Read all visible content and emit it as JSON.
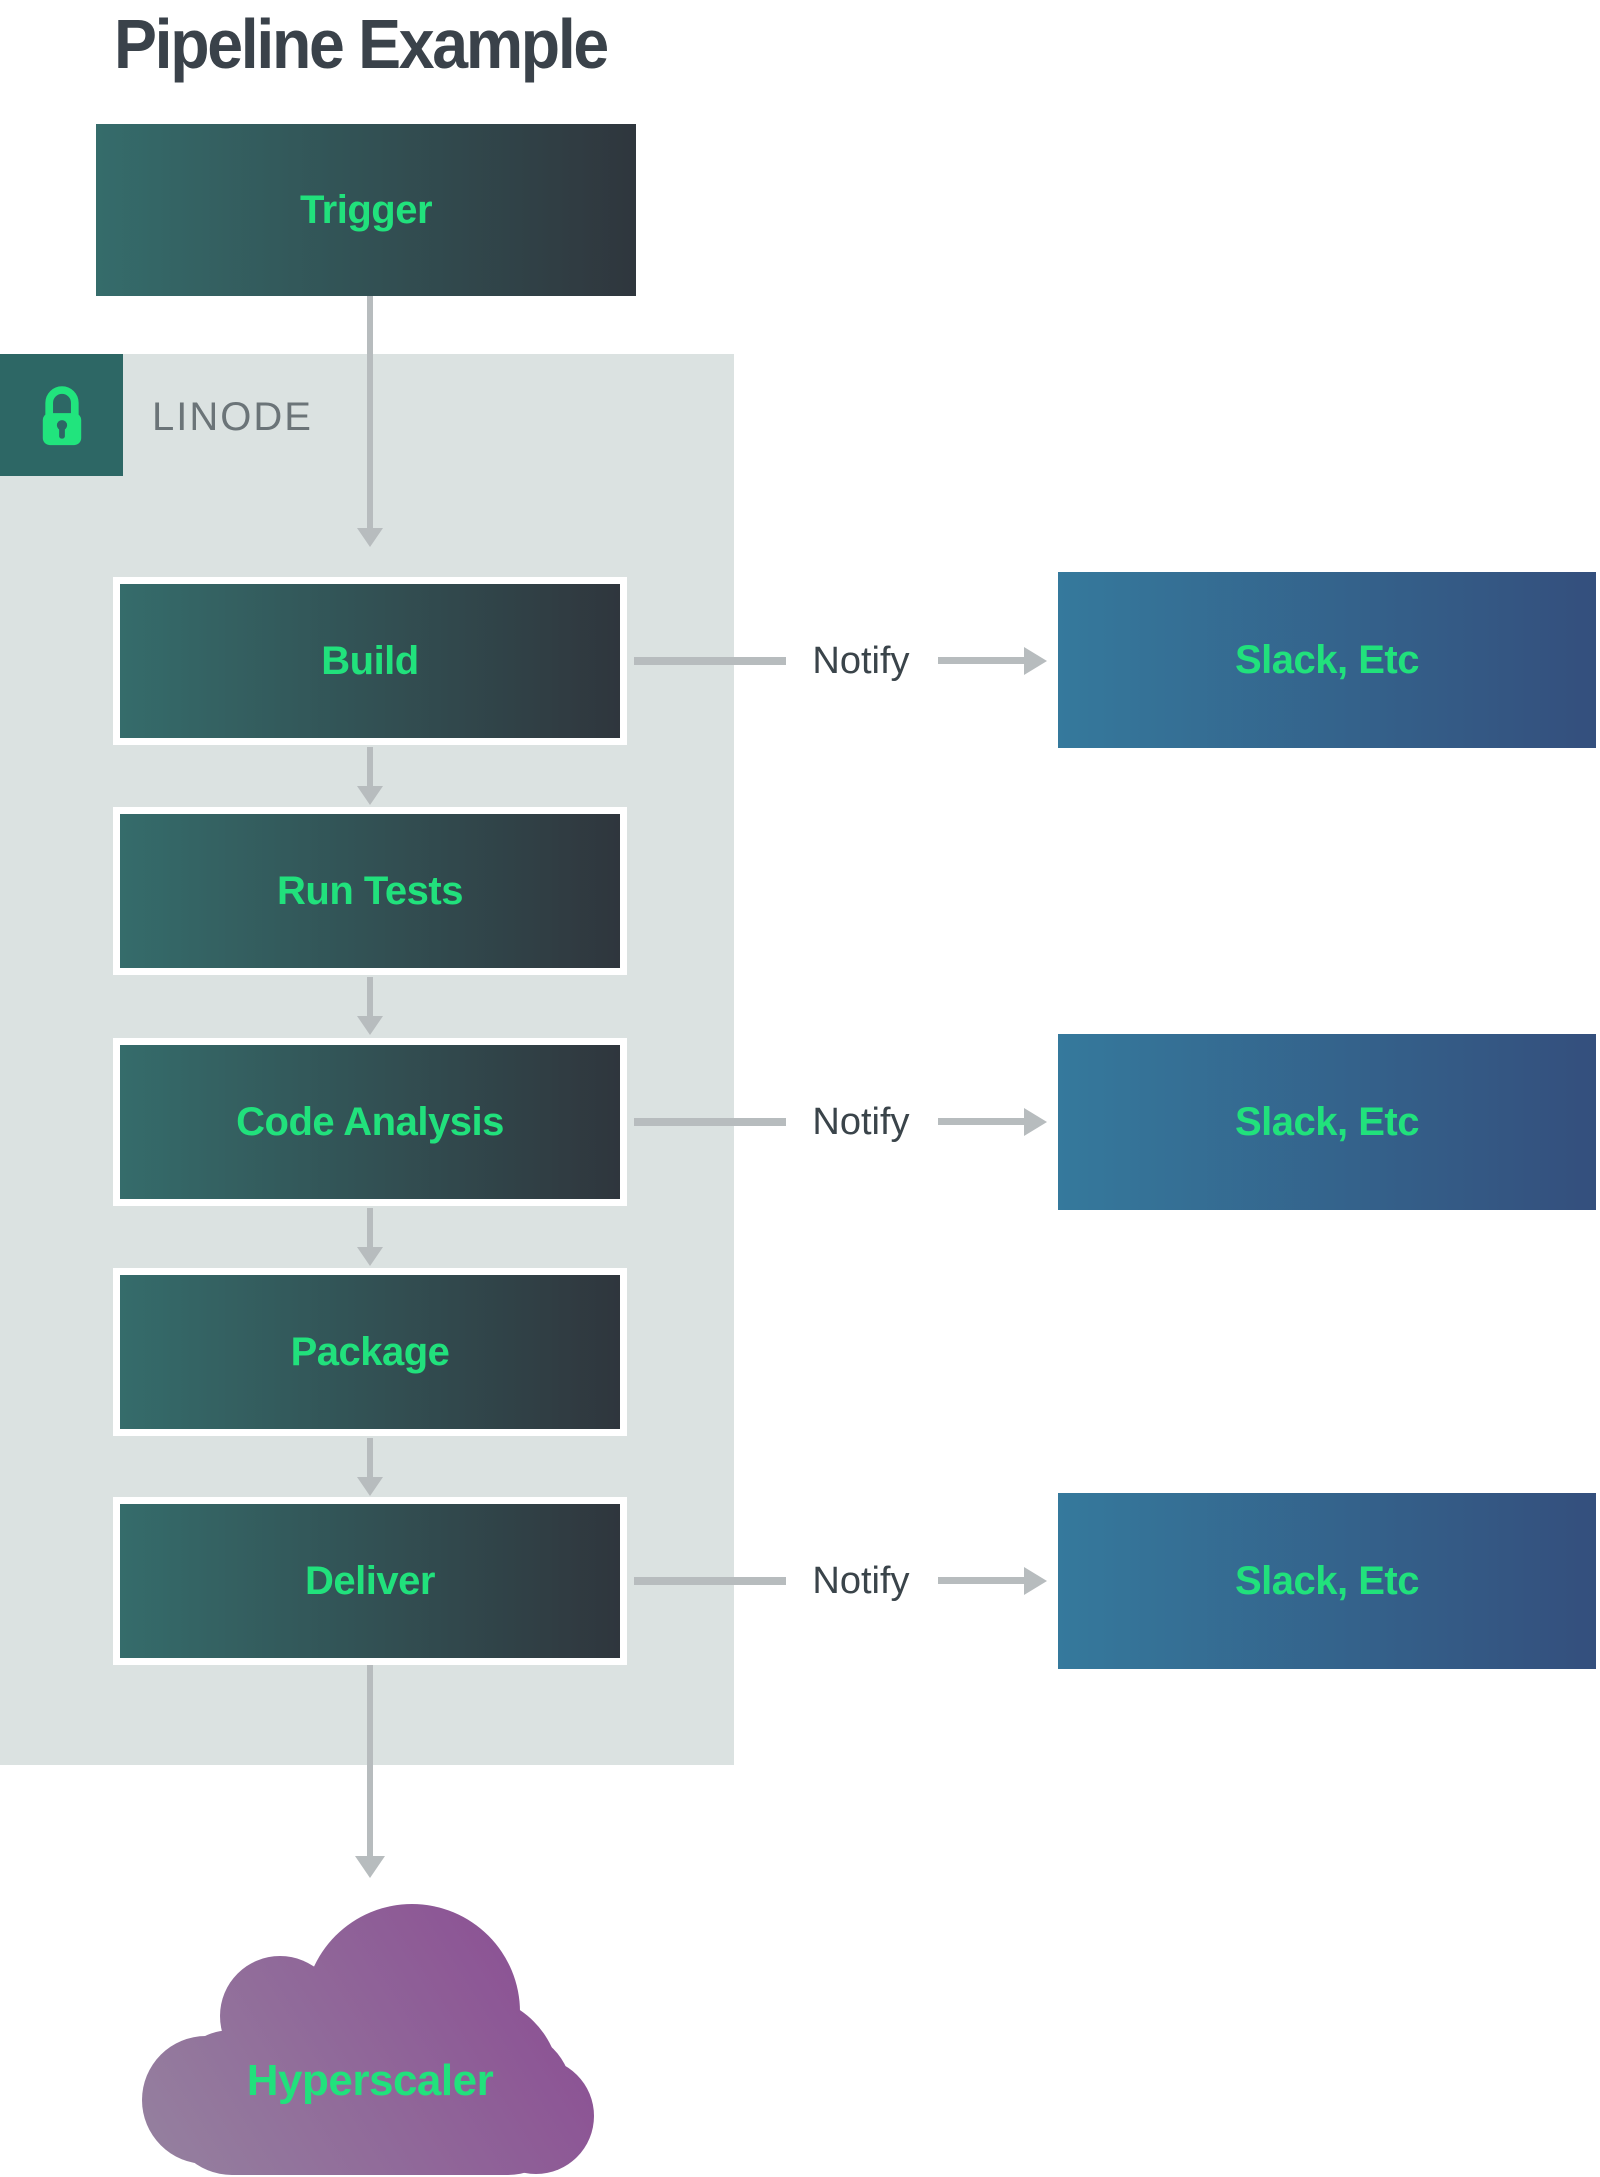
{
  "title": "Pipeline Example",
  "trigger": {
    "label": "Trigger"
  },
  "platform_panel": {
    "label": "LINODE",
    "icon": "lock-icon"
  },
  "stages": [
    {
      "label": "Build",
      "notifies": true
    },
    {
      "label": "Run Tests",
      "notifies": false
    },
    {
      "label": "Code Analysis",
      "notifies": true
    },
    {
      "label": "Package",
      "notifies": false
    },
    {
      "label": "Deliver",
      "notifies": true
    }
  ],
  "notify_rows": [
    {
      "label": "Notify",
      "target": "Slack, Etc"
    },
    {
      "label": "Notify",
      "target": "Slack, Etc"
    },
    {
      "label": "Notify",
      "target": "Slack, Etc"
    }
  ],
  "cloud": {
    "label": "Hyperscaler",
    "icon": "cloud-icon"
  },
  "colors": {
    "page-bg": "#ffffff",
    "title-color": "#3a424a",
    "green": "#21e17c",
    "stage-from": "#356c6b",
    "stage-to": "#2f363d",
    "slack-from": "#35799c",
    "slack-to": "#344f7d",
    "panel-bg": "#dbe2e1",
    "panel-label": "#6b7478",
    "lock-bg": "#2d6765",
    "lock-green": "#21e47d",
    "line": "#b7bcbe",
    "notify-color": "#3a444a",
    "cloud-from": "#95829f",
    "cloud-to": "#8a4892"
  }
}
